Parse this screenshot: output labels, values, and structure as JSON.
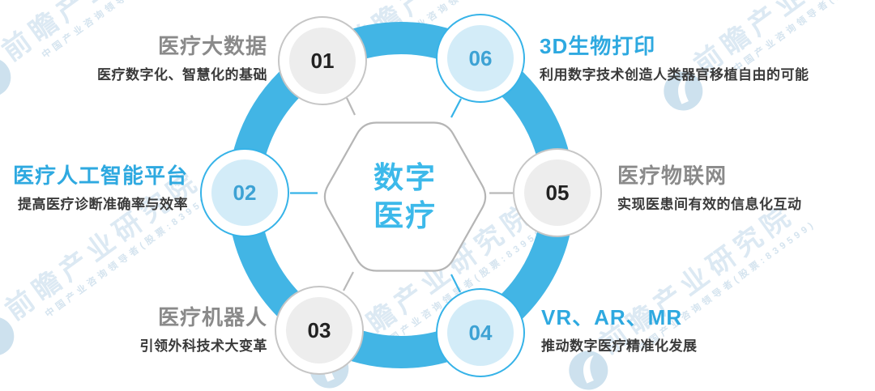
{
  "center": {
    "line1": "数字",
    "line2": "医疗"
  },
  "items": [
    {
      "number": "01",
      "title": "医疗大数据",
      "desc": "医疗数字化、智慧化的基础",
      "theme": "gray",
      "position": "top-left"
    },
    {
      "number": "02",
      "title": "医疗人工智能平台",
      "desc": "提高医疗诊断准确率与效率",
      "theme": "blue",
      "position": "mid-left"
    },
    {
      "number": "03",
      "title": "医疗机器人",
      "desc": "引领外科技术大变革",
      "theme": "gray",
      "position": "bottom-left"
    },
    {
      "number": "04",
      "title": "VR、AR、MR",
      "desc": "推动数字医疗精准化发展",
      "theme": "blue",
      "position": "bottom-right"
    },
    {
      "number": "05",
      "title": "医疗物联网",
      "desc": "实现医患间有效的信息化互动",
      "theme": "gray",
      "position": "mid-right"
    },
    {
      "number": "06",
      "title": "3D生物打印",
      "desc": "利用数字技术创造人类器官移植自由的可能",
      "theme": "blue",
      "position": "top-right"
    }
  ],
  "watermark": {
    "brand": "前瞻产业研究院",
    "tagline": "中国产业咨询领导者(股票:839599)"
  },
  "colors": {
    "blue": "#2ea9e0",
    "ring": "#42b5e5",
    "blue_border": "#36b3e8",
    "blue_fill": "#d3ecf8",
    "blue_number": "#3da2d4",
    "gray_title": "#8a8a8a",
    "gray_border": "#c6c6c6",
    "gray_fill": "#ededed",
    "dark_text": "#3a3a3a",
    "number_dark": "#222222",
    "hex_border": "#b5b5b5",
    "center_blue": "#3cb9ea",
    "connector_gray": "#b9b9b9",
    "watermark": "#dce9f3",
    "watermark_small": "#d5e4ef",
    "logo": "#cde1ee"
  }
}
